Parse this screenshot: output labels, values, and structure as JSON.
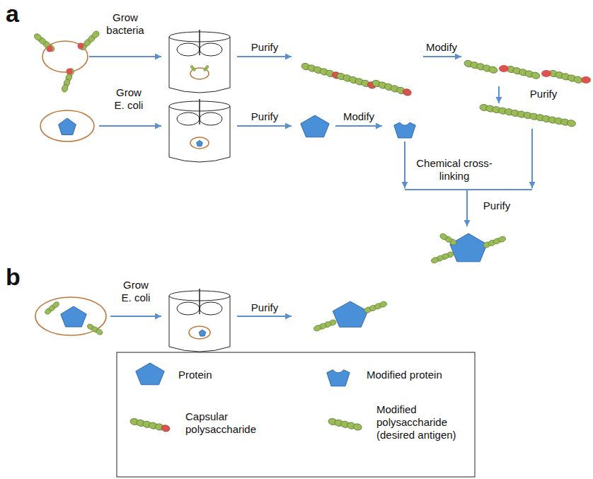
{
  "diagram": {
    "labels": [
      "a",
      "Grow bacteria",
      "Purify",
      "Modify",
      "Grow E. coli",
      "Purify",
      "Modify",
      "Purify",
      "Chemical cross-linking",
      "Purify",
      "b",
      "Grow E. coli",
      "Purify"
    ],
    "legend": [
      {
        "text": "Protein"
      },
      {
        "text": "Modified protein"
      },
      {
        "text": "Capsular polysaccharide"
      },
      {
        "text": "Modified polysaccharide (desired antigen)"
      }
    ]
  }
}
